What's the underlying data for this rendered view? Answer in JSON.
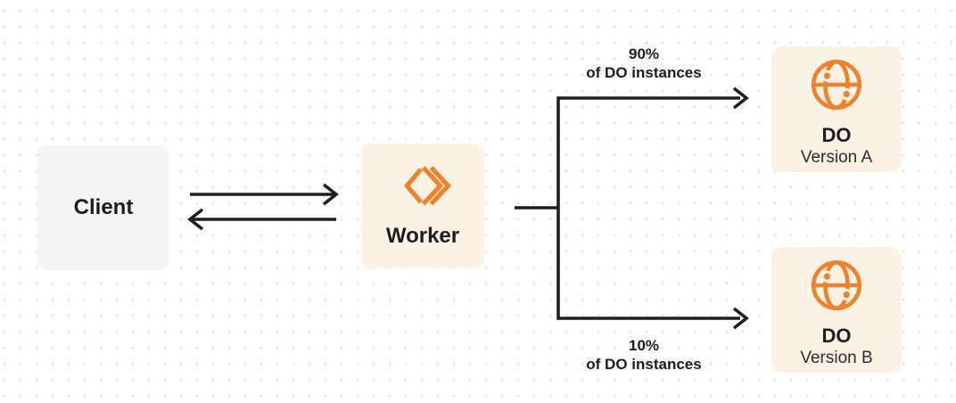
{
  "colors": {
    "background": "#ffffff",
    "dot": "#e5e5e8",
    "arrow": "#1f1f1f",
    "orange": "#f0812c",
    "cream_box": "#fbf2e4",
    "gray_box": "#f5f5f6",
    "text_primary": "#1d1d1f",
    "text_secondary": "#2c2c2e"
  },
  "nodes": {
    "client": {
      "label": "Client"
    },
    "worker": {
      "label": "Worker",
      "icon": "cloudflare-workers-icon"
    },
    "do_version_a": {
      "title": "DO",
      "subtitle": "Version A",
      "icon": "durable-object-globe-icon"
    },
    "do_version_b": {
      "title": "DO",
      "subtitle": "Version B",
      "icon": "durable-object-globe-icon"
    }
  },
  "labels": {
    "top_branch": {
      "percent": "90%",
      "caption": "of DO instances"
    },
    "bottom_branch": {
      "percent": "10%",
      "caption": "of DO instances"
    }
  }
}
